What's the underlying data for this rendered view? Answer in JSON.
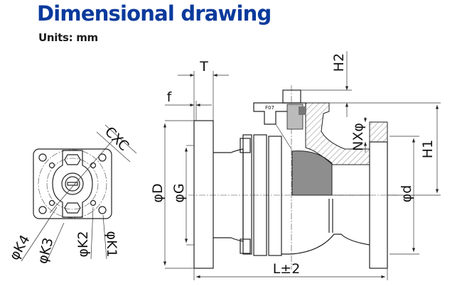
{
  "header": {
    "title": "Dimensional drawing",
    "units": "Units: mm"
  },
  "top_view": {
    "labels": {
      "cxc": "CXC",
      "k4": "φK4",
      "k3": "φK3",
      "k2": "φK2",
      "k1": "φK1"
    }
  },
  "side_view": {
    "labels": {
      "t": "T",
      "f": "f",
      "h2": "H2",
      "h1": "H1",
      "nx": "NXφ",
      "d_outer": "φD",
      "g": "φG",
      "d_bore": "φd",
      "l": "L±2",
      "flange_code": "F07"
    }
  },
  "colors": {
    "title": "#0a3a9c",
    "ball": "#8e8e8e",
    "line": "#222222"
  }
}
